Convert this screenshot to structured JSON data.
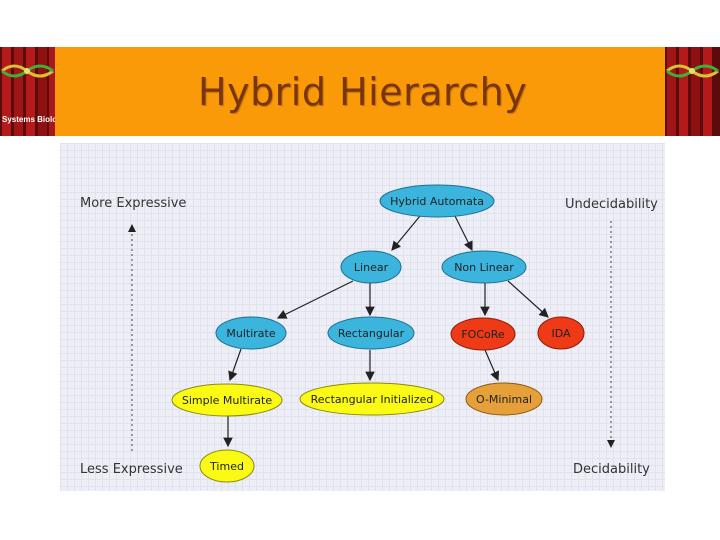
{
  "slide": {
    "title": "Hybrid Hierarchy",
    "logo_caption": "Systems Biology"
  },
  "diagram": {
    "labels": {
      "more_expressive": "More Expressive",
      "less_expressive": "Less Expressive",
      "undecidability": "Undecidability",
      "decidability": "Decidability"
    },
    "nodes": {
      "hybrid_automata": "Hybrid Automata",
      "linear": "Linear",
      "non_linear": "Non Linear",
      "multirate": "Multirate",
      "rectangular": "Rectangular",
      "focore": "FOCoRe",
      "ida": "IDA",
      "simple_multirate": "Simple Multirate",
      "rectangular_initialized": "Rectangular Initialized",
      "o_minimal": "O-Minimal",
      "timed": "Timed"
    },
    "colors": {
      "blue": "#3bb5dd",
      "yellow": "#fafa14",
      "red": "#ee3a16",
      "orange": "#e6a03a"
    }
  }
}
